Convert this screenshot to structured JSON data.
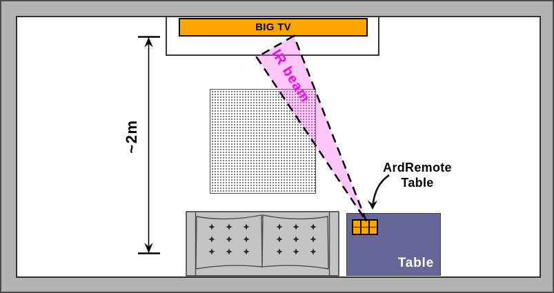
{
  "colors": {
    "wall": "#b3b3b3",
    "floor": "#ffffff",
    "tv_orange": "#ffa500",
    "remote_orange": "#ffa500",
    "table_blue": "#666699",
    "beam_pink_fill": "#ff69f0",
    "beam_text_magenta": "#ff00ff",
    "couch_gray": "#c4c4c4"
  },
  "tv": {
    "label": "BIG TV"
  },
  "ir_beam": {
    "label": "IR beam"
  },
  "dimension": {
    "label": "~2m"
  },
  "ard_remote_callout": {
    "line1": "ArdRemote",
    "line2": "Table"
  },
  "table": {
    "label": "Table"
  },
  "remote": {
    "button_rows": 2,
    "button_cols": 3
  }
}
